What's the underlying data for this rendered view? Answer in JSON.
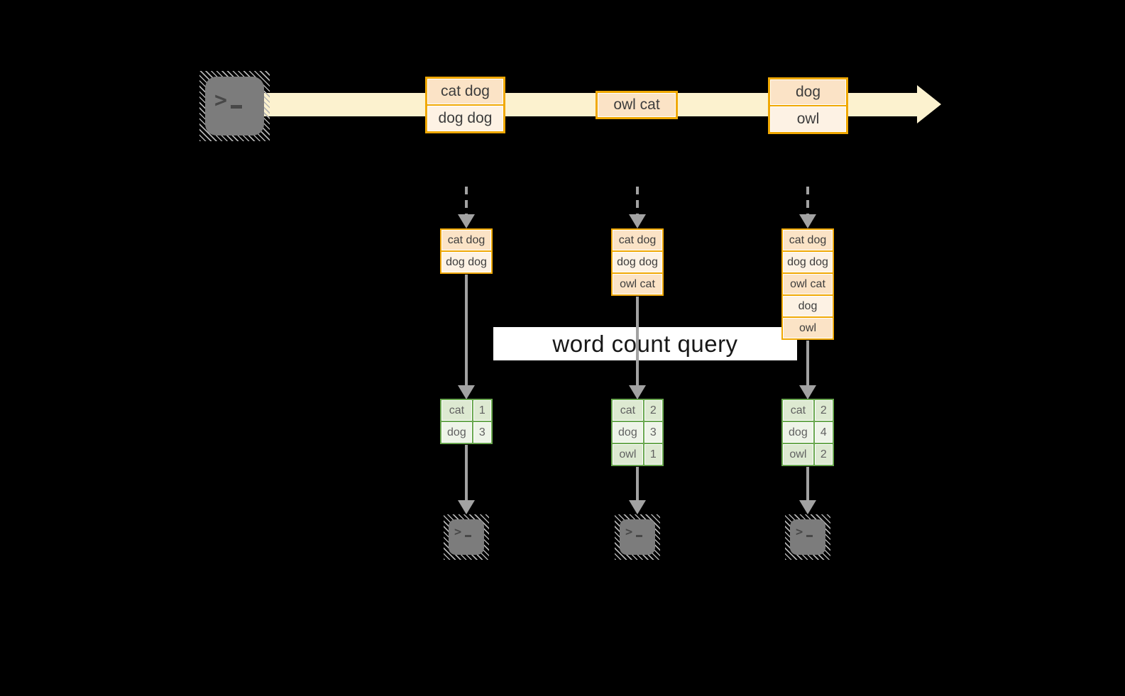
{
  "diagram": {
    "title_hint": "streaming word count query",
    "query_label": "word count query",
    "source_icon": "terminal-icon",
    "output_icon": "terminal-icon",
    "prompt_glyph": ">",
    "stream": {
      "events": [
        {
          "lines": [
            "cat dog",
            "dog dog"
          ]
        },
        {
          "lines": [
            "owl cat"
          ]
        },
        {
          "lines": [
            "dog",
            "owl"
          ]
        }
      ]
    },
    "columns": [
      {
        "buffer": [
          "cat dog",
          "dog dog"
        ],
        "counts": [
          {
            "word": "cat",
            "count": "1"
          },
          {
            "word": "dog",
            "count": "3"
          }
        ]
      },
      {
        "buffer": [
          "cat dog",
          "dog dog",
          "owl cat"
        ],
        "counts": [
          {
            "word": "cat",
            "count": "2"
          },
          {
            "word": "dog",
            "count": "3"
          },
          {
            "word": "owl",
            "count": "1"
          }
        ]
      },
      {
        "buffer": [
          "cat dog",
          "dog dog",
          "owl cat",
          "dog",
          "owl"
        ],
        "counts": [
          {
            "word": "cat",
            "count": "2"
          },
          {
            "word": "dog",
            "count": "4"
          },
          {
            "word": "owl",
            "count": "2"
          }
        ]
      }
    ],
    "colors": {
      "background": "#000000",
      "stream_band": "#fcf2cf",
      "box_border_gold": "#f0a802",
      "box_fill_peach": "#fbe3c6",
      "box_fill_cream": "#fdf2e4",
      "table_border_green": "#6aa84f",
      "table_cell_dark": "#dde9d1",
      "table_cell_light": "#eef4e8",
      "arrow_gray": "#a2a2a2",
      "terminal_gray": "#7c7c7c"
    }
  }
}
